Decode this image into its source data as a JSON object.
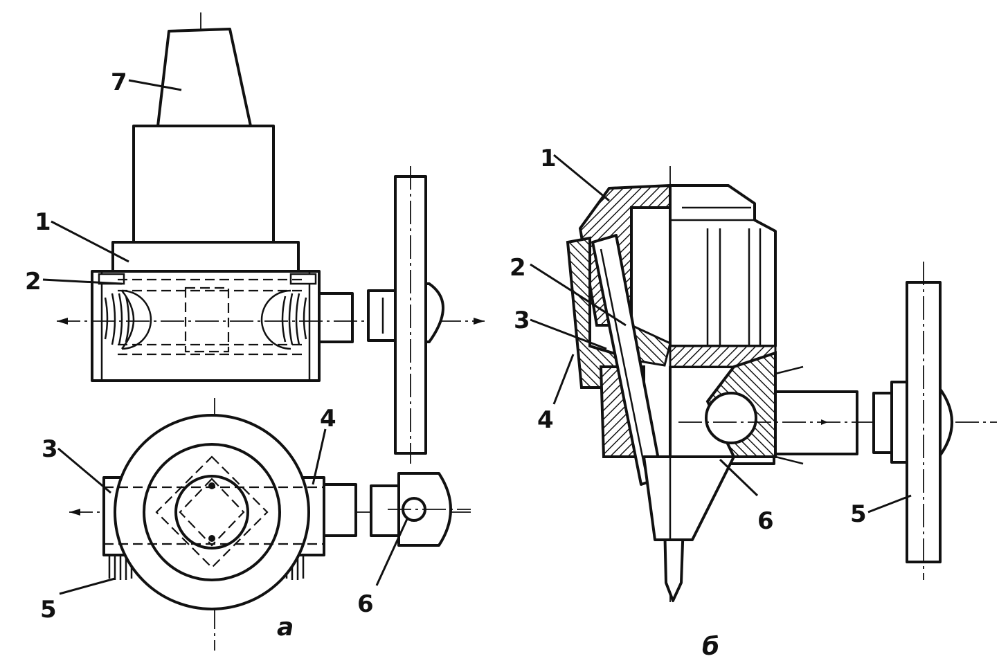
{
  "figure_a": {
    "caption": "а",
    "callouts": [
      "7",
      "1",
      "2",
      "3",
      "4",
      "5",
      "6"
    ]
  },
  "figure_b": {
    "caption": "б",
    "callouts": [
      "1",
      "2",
      "3",
      "4",
      "6",
      "5"
    ]
  },
  "colors": {
    "ink": "#111111",
    "paper": "#ffffff",
    "hatch": "#111111"
  }
}
